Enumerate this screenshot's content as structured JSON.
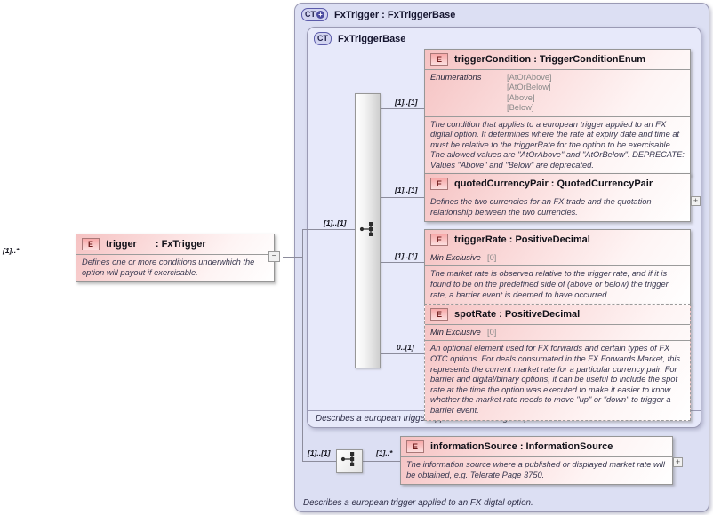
{
  "outer_box": {
    "badge": "CT",
    "badge_plus": "+",
    "title": "FxTrigger : FxTriggerBase",
    "footer": "Describes a european trigger applied to an FX digtal option."
  },
  "inner_box": {
    "badge": "CT",
    "title": "FxTriggerBase",
    "footer": "Describes a european trigger applied to an FX digtal option."
  },
  "trigger_box": {
    "badge": "E",
    "name": "trigger",
    "type": ": FxTrigger",
    "cardinality": "[1]..*",
    "collapse_glyph": "−",
    "description": "Defines one or more conditions underwhich the option will payout if exercisable."
  },
  "sequence1": {
    "cardinality": "[1]..[1]"
  },
  "sequence2": {
    "cardinality": "[1]..[1]"
  },
  "elements": {
    "triggerCondition": {
      "badge": "E",
      "title": "triggerCondition : TriggerConditionEnum",
      "cardinality": "[1]..[1]",
      "facet_label": "Enumerations",
      "values": [
        "[AtOrAbove]",
        "[AtOrBelow]",
        "[Above]",
        "[Below]"
      ],
      "description": "The condition that applies to a european trigger applied to an FX digital option. It determines where the rate at expiry date and time at must be relative to the triggerRate for the option to be exercisable. The allowed values are \"AtOrAbove\" and \"AtOrBelow\". DEPRECATE: Values \"Above\" and \"Below\" are deprecated."
    },
    "quotedCurrencyPair": {
      "badge": "E",
      "title": "quotedCurrencyPair : QuotedCurrencyPair",
      "cardinality": "[1]..[1]",
      "expand_glyph": "+",
      "description": "Defines the two currencies for an FX trade and the quotation relationship between the two currencies."
    },
    "triggerRate": {
      "badge": "E",
      "title": "triggerRate : PositiveDecimal",
      "cardinality": "[1]..[1]",
      "facet_label": "Min Exclusive",
      "facet_value": "[0]",
      "description": "The market rate is observed relative to the trigger rate, and if it is found to be on the predefined side of (above or below) the trigger rate, a barrier event is deemed to have occurred."
    },
    "spotRate": {
      "badge": "E",
      "title": "spotRate : PositiveDecimal",
      "cardinality": "0..[1]",
      "facet_label": "Min Exclusive",
      "facet_value": "[0]",
      "description": "An optional element used for FX forwards and certain types of FX OTC options. For deals consumated in the FX Forwards Market, this represents the current market rate for a particular currency pair. For barrier and digital/binary options, it can be useful to include the spot rate at the time the option was executed to make it easier to know whether the market rate needs to move \"up\" or \"down\" to trigger a barrier event."
    },
    "informationSource": {
      "badge": "E",
      "title": "informationSource : InformationSource",
      "cardinality": "[1]..*",
      "expand_glyph": "+",
      "description": "The information source where a published or displayed market rate will be obtained, e.g. Telerate Page 3750."
    }
  }
}
